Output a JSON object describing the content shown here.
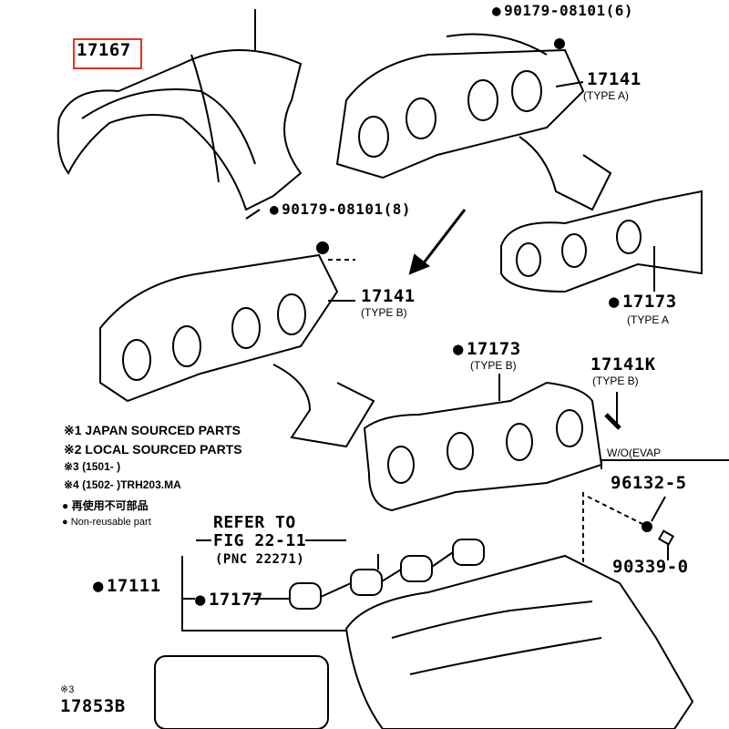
{
  "highlight_color": "#e8331c",
  "parts": {
    "p17167": "17167",
    "bolt_top": "90179-08101(6)",
    "p17141_a": "17141",
    "p17141_a_type": "(TYPE A)",
    "bolt_mid": "90179-08101(8)",
    "p17141_b": "17141",
    "p17141_b_type": "(TYPE B)",
    "p17173_a": "17173",
    "p17173_a_type": "(TYPE A",
    "p17173_b": "17173",
    "p17173_b_type": "(TYPE B)",
    "p17141k": "17141K",
    "p17141k_type": "(TYPE B)",
    "wo_evap": "W/O(EVAP",
    "p96132": "96132-5",
    "p90339": "90339-0",
    "p17111": "17111",
    "p17177": "17177",
    "p17853b": "17853B",
    "p17853b_mark": "※3"
  },
  "refer": {
    "line1": "REFER TO",
    "line2": "FIG 22-11",
    "line3": "(PNC 22271)"
  },
  "notes": [
    "※1 JAPAN SOURCED PARTS",
    "※2 LOCAL SOURCED PARTS",
    "※3 (1501-        )",
    "※4 (1502-        )TRH203.MA"
  ],
  "legend": {
    "jp": "● 再使用不可部品",
    "en": "● Non-reusable part"
  }
}
